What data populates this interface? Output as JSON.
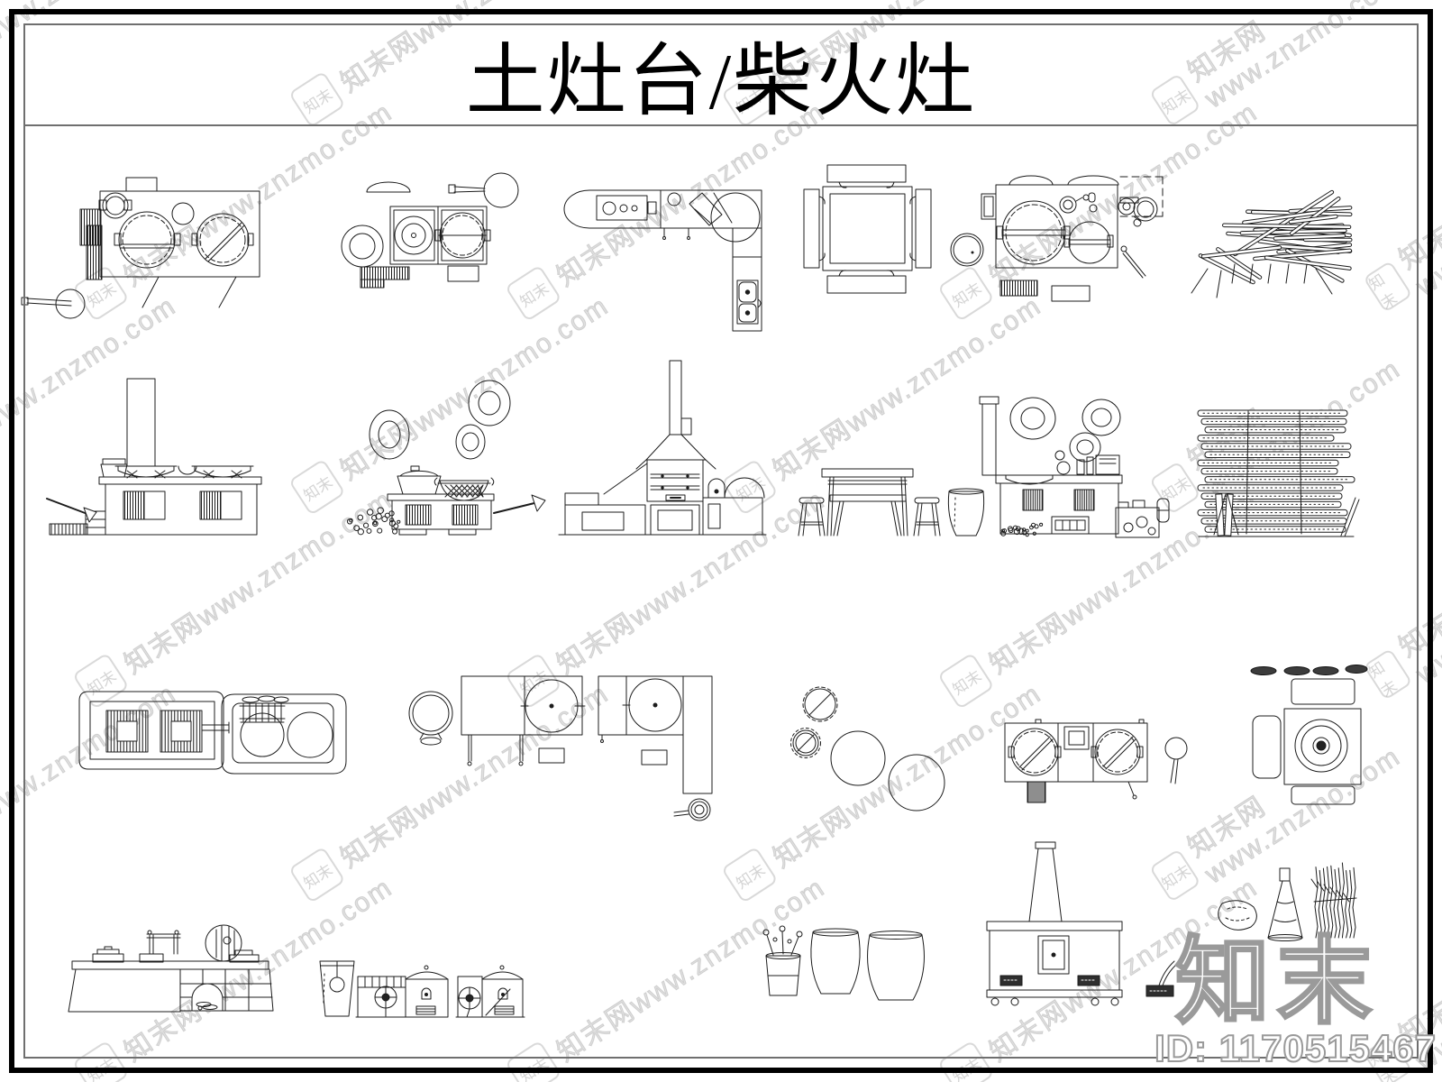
{
  "page": {
    "title": "土灶台/柴火灶",
    "logo_text": "知末",
    "id_label": "ID: 1170515467",
    "watermark_text": "知末网www.znzmo.com"
  },
  "colors": {
    "line": "#1c1c1c",
    "border": "#000000",
    "frame_line": "#6f6f6f",
    "watermark": "#a5a5a5",
    "background": "#ffffff"
  }
}
